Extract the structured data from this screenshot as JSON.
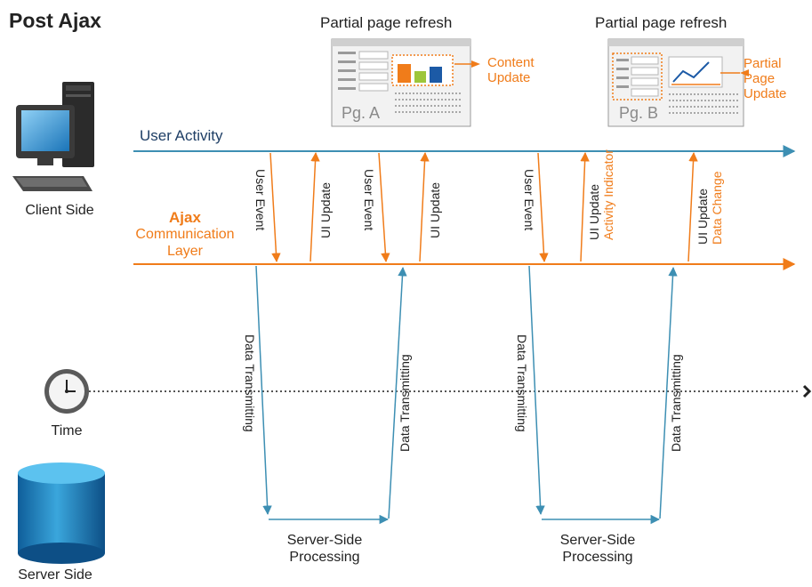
{
  "title": "Post Ajax",
  "refresh": {
    "a_title": "Partial page refresh",
    "b_title": "Partial page refresh",
    "a_page_label": "Pg. A",
    "b_page_label": "Pg. B",
    "content_update": [
      "Content",
      "Update"
    ],
    "partial_update": [
      "Partial",
      "Page",
      "Update"
    ]
  },
  "layers": {
    "user_activity": "User Activity",
    "ajax_bold": "Ajax",
    "ajax_rest": [
      "Communication",
      "Layer"
    ]
  },
  "sides": {
    "client": "Client Side",
    "time": "Time",
    "server": "Server Side"
  },
  "events": {
    "user_event": "User Event",
    "ui_update": "UI Update",
    "activity_indicator": "Activity Indicator",
    "data_change": "Data Change",
    "data_transmitting": "Data Transmitting"
  },
  "processing": [
    "Server-Side",
    "Processing"
  ],
  "colors": {
    "orange": "#f07c1a",
    "blue": "#3d8fb3",
    "dark": "#222222"
  }
}
